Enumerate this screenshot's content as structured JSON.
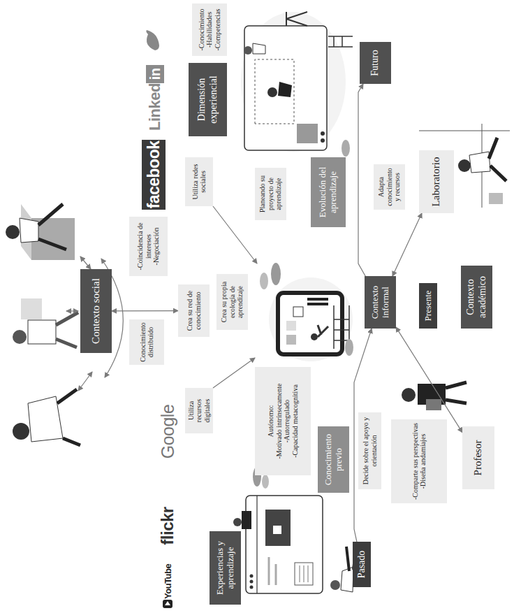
{
  "diagram": {
    "nodes": [
      {
        "text": [
          "Experiencias y aprendizaje"
        ]
      },
      {
        "text": [
          "Pasado"
        ]
      },
      {
        "text": [
          "Utiliza recursos digitales"
        ]
      },
      {
        "text": [
          "Autónomo:",
          "-Motivado intrínsecamente",
          "-Autorregulado",
          "-Capacidad metacognitiva"
        ]
      },
      {
        "text": [
          "Conocimiento previo"
        ]
      },
      {
        "text": [
          "Decide sobre el apoyo y orientación"
        ]
      },
      {
        "text": [
          "Conocimiento distribuido"
        ]
      },
      {
        "text": [
          "Contexto social"
        ]
      },
      {
        "text": [
          "Crea su red de conocimiento"
        ]
      },
      {
        "text": [
          "Crea su propia ecología de aprendizaje"
        ]
      },
      {
        "text": [
          "-Coincidencia de intereses",
          "-Negociación"
        ]
      },
      {
        "text": [
          "Contexto informal"
        ]
      },
      {
        "text": [
          "-Comparte sus perspectivas",
          "-Diseña andamiajes"
        ]
      },
      {
        "text": [
          "Profesor"
        ]
      },
      {
        "text": [
          "Presente"
        ]
      },
      {
        "text": [
          "Contexto académico"
        ]
      },
      {
        "text": [
          "Planeando su proyecto de aprendizaje"
        ]
      },
      {
        "text": [
          "Evolución del aprendizaje"
        ]
      },
      {
        "text": [
          "Utiliza redes sociales"
        ]
      },
      {
        "text": [
          "Adapta conocimiento y recursos"
        ]
      },
      {
        "text": [
          "Laboratorio"
        ]
      },
      {
        "text": [
          "Dimensión experiencial"
        ]
      },
      {
        "text": [
          "-Conocimiento",
          "-Habilidades",
          "-Competencias"
        ]
      },
      {
        "text": [
          "Futuro"
        ]
      }
    ],
    "edges": [
      {
        "from": 1,
        "to": 11,
        "arrow": "to"
      },
      {
        "from": 11,
        "to": 23,
        "arrow": "to"
      },
      {
        "from": 11,
        "to": 13,
        "arrow": "both"
      },
      {
        "from": 11,
        "to": 20,
        "arrow": "both"
      },
      {
        "from": 7,
        "to": 8,
        "arrow": "both"
      }
    ],
    "labels": [
      "YouTube",
      "flickr",
      "Google",
      "facebook",
      "Linked",
      "in"
    ]
  }
}
